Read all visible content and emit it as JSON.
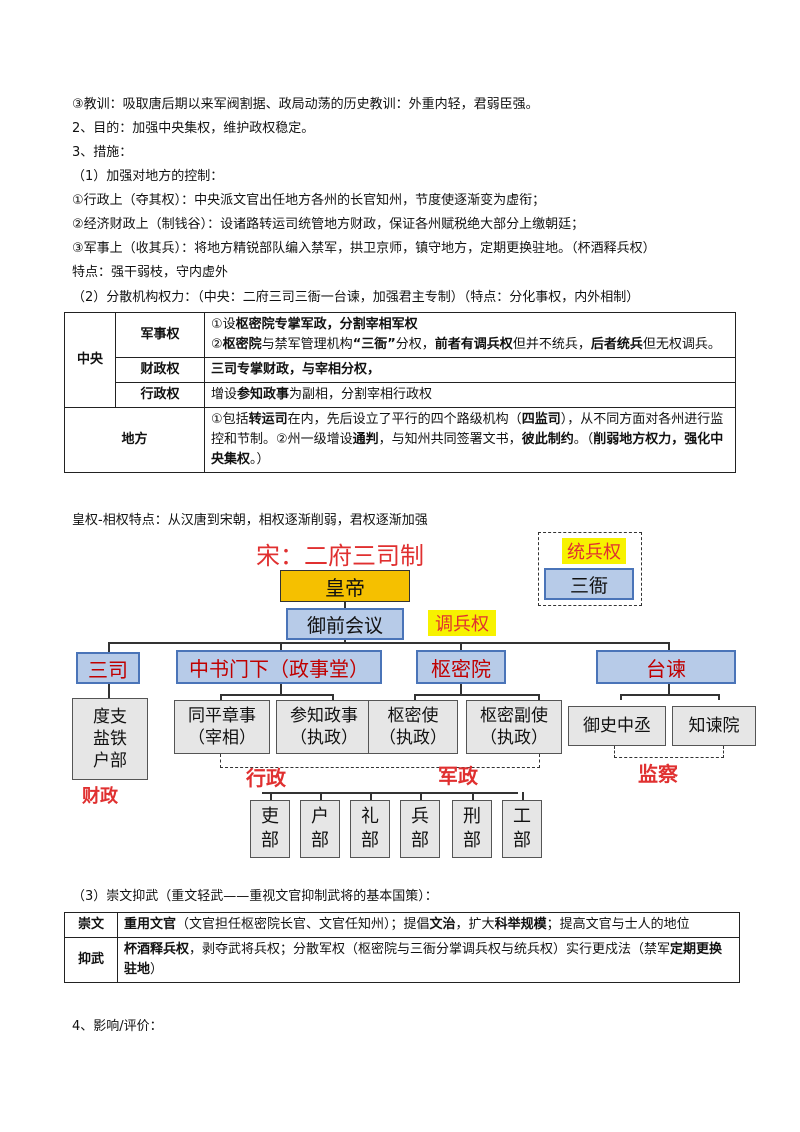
{
  "intro": {
    "l1": "③教训：吸取唐后期以来军阀割据、政局动荡的历史教训：外重内轻，君弱臣强。",
    "l2": "2、目的：加强中央集权，维护政权稳定。",
    "l3": "3、措施：",
    "l4": "（1）加强对地方的控制：",
    "l5": "①行政上（夺其权）：中央派文官出任地方各州的长官知州，节度使逐渐变为虚衔；",
    "l6": "②经济财政上（制钱谷）：设诸路转运司统管地方财政，保证各州赋税绝大部分上缴朝廷；",
    "l7": "③军事上（收其兵）：将地方精锐部队编入禁军，拱卫京师，镇守地方，定期更换驻地。（杯酒释兵权）",
    "l8": "特点：强干弱枝，守内虚外",
    "l9": "（2）分散机构权力：（中央：二府三司三衙一台谏，加强君主专制）（特点：分化事权，内外相制）"
  },
  "table1": {
    "central": "中央",
    "military": "军事权",
    "m1a": "①设",
    "m1b": "枢密院专掌军政，分割宰相军权",
    "m2a": "②",
    "m2b": "枢密院",
    "m2c": "与禁军管理机构",
    "m2d": "“三衙”",
    "m2e": "分权，",
    "m2f": "前者有调兵权",
    "m2g": "但并不统兵，",
    "m2h": "后者统兵",
    "m2i": "但无权调兵。",
    "finance": "财政权",
    "f1": "三司专掌财政，与宰相分权，",
    "admin": "行政权",
    "a1a": "增设",
    "a1b": "参知政事",
    "a1c": "为副相，分割宰相行政权",
    "local": "地方",
    "d1a": "①包括",
    "d1b": "转运司",
    "d1c": "在内，先后设立了平行的四个路级机构（",
    "d1d": "四监司",
    "d1e": "），从不同方面对各州进行监控和节制。②州一级增设",
    "d1f": "通判",
    "d1g": "，与知州共同签署文书，",
    "d1h": "彼此制约",
    "d1i": "。（",
    "d1j": "削弱地方权力，强化中央集权",
    "d1k": "。）"
  },
  "caption": "皇权-相权特点：从汉唐到宋朝，相权逐渐削弱，君权逐渐加强",
  "diagram": {
    "title": "宋：二府三司制",
    "emperor": "皇帝",
    "council": "御前会议",
    "tongbing": "统兵权",
    "sanya": "三衙",
    "diaobing": "调兵权",
    "sansi": "三司",
    "zhongshu": "中书门下（政事堂）",
    "shumi": "枢密院",
    "taijian": "台谏",
    "sansi_sub": [
      "度支",
      "盐铁",
      "户部"
    ],
    "tongping": [
      "同平章事",
      "（宰相）"
    ],
    "canzhi": [
      "参知政事",
      "（执政）"
    ],
    "shumishi": [
      "枢密使",
      "（执政）"
    ],
    "shumifu": [
      "枢密副使",
      "（执政）"
    ],
    "yushi": "御史中丞",
    "zhijian": "知谏院",
    "lbl_caizheng": "财政",
    "lbl_xingzheng": "行政",
    "lbl_junzheng": "军政",
    "lbl_jiancha": "监察",
    "bu": [
      [
        "吏",
        "部"
      ],
      [
        "户",
        "部"
      ],
      [
        "礼",
        "部"
      ],
      [
        "兵",
        "部"
      ],
      [
        "刑",
        "部"
      ],
      [
        "工",
        "部"
      ]
    ]
  },
  "part3": "（3）崇文抑武（重文轻武——重视文官抑制武将的基本国策）：",
  "table2": {
    "r1h": "崇文",
    "r1a": "重用文官",
    "r1b": "（文官担任枢密院长官、文官任知州）；提倡",
    "r1c": "文治",
    "r1d": "，扩大",
    "r1e": "科举规模",
    "r1f": "；提高文官与士人的地位",
    "r2h": "抑武",
    "r2a": "杯酒释兵权",
    "r2b": "，剥夺武将兵权；分散军权（枢密院与三衙分掌调兵权与统兵权）实行更戍法（禁军",
    "r2c": "定期更换驻地",
    "r2d": "）"
  },
  "part4": "4、影响/评价：",
  "colors": {
    "accent_blue": "#b7cbe8",
    "emperor_orange": "#f5c000",
    "label_red": "#e03030"
  }
}
